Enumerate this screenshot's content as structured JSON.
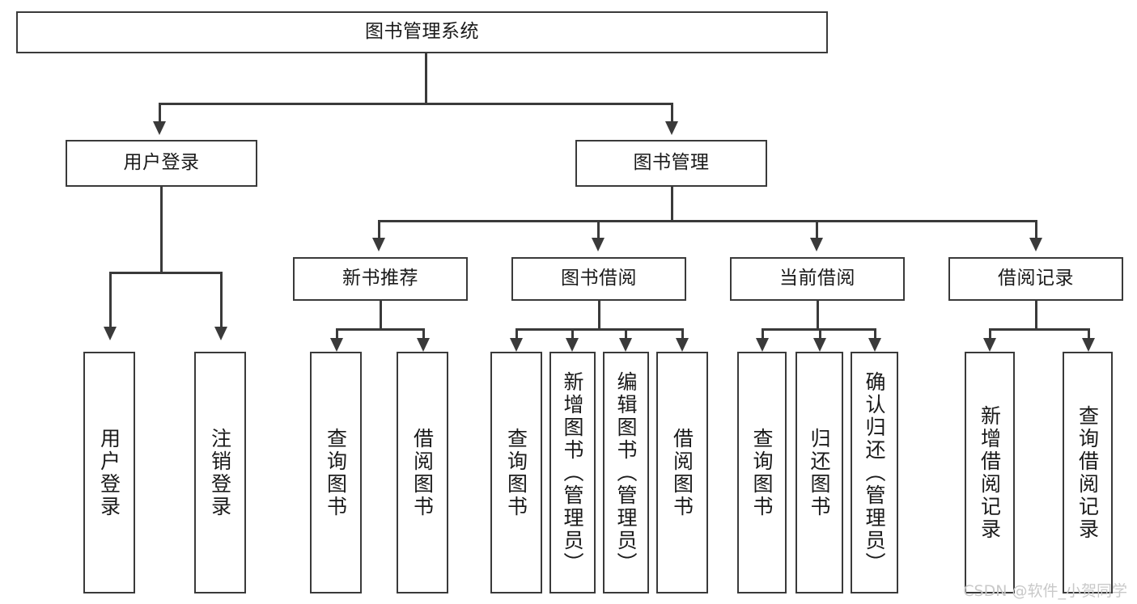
{
  "diagram": {
    "title": "图书管理系统",
    "watermark": "CSDN @软件_小贺同学",
    "type": "tree",
    "nodes": {
      "root": {
        "label": "图书管理系统"
      },
      "level1": [
        {
          "id": "user-login",
          "label": "用户登录"
        },
        {
          "id": "book-manage",
          "label": "图书管理"
        }
      ],
      "level2": [
        {
          "id": "new-book-recommend",
          "label": "新书推荐"
        },
        {
          "id": "book-borrow",
          "label": "图书借阅"
        },
        {
          "id": "current-borrow",
          "label": "当前借阅"
        },
        {
          "id": "borrow-record",
          "label": "借阅记录"
        }
      ],
      "leaves": {
        "user_login": [
          {
            "id": "leaf-user-login",
            "label": "用户登录"
          },
          {
            "id": "leaf-logout-login",
            "label": "注销登录"
          }
        ],
        "new_book_recommend": [
          {
            "id": "leaf-query-book-1",
            "label": "查询图书"
          },
          {
            "id": "leaf-borrow-book-1",
            "label": "借阅图书"
          }
        ],
        "book_borrow": [
          {
            "id": "leaf-query-book-2",
            "label": "查询图书"
          },
          {
            "id": "leaf-add-book",
            "label": "新增图书（管理员）"
          },
          {
            "id": "leaf-edit-book",
            "label": "编辑图书（管理员）"
          },
          {
            "id": "leaf-borrow-book-2",
            "label": "借阅图书"
          }
        ],
        "current_borrow": [
          {
            "id": "leaf-query-book-3",
            "label": "查询图书"
          },
          {
            "id": "leaf-return-book",
            "label": "归还图书"
          },
          {
            "id": "leaf-confirm-return",
            "label": "确认归还（管理员）"
          }
        ],
        "borrow_record": [
          {
            "id": "leaf-add-record",
            "label": "新增借阅记录"
          },
          {
            "id": "leaf-query-record",
            "label": "查询借阅记录"
          }
        ]
      }
    },
    "colors": {
      "stroke": "#3a3a3a",
      "text": "#1a1a1a",
      "background": "#ffffff",
      "watermark": "#c9c9c9"
    }
  }
}
